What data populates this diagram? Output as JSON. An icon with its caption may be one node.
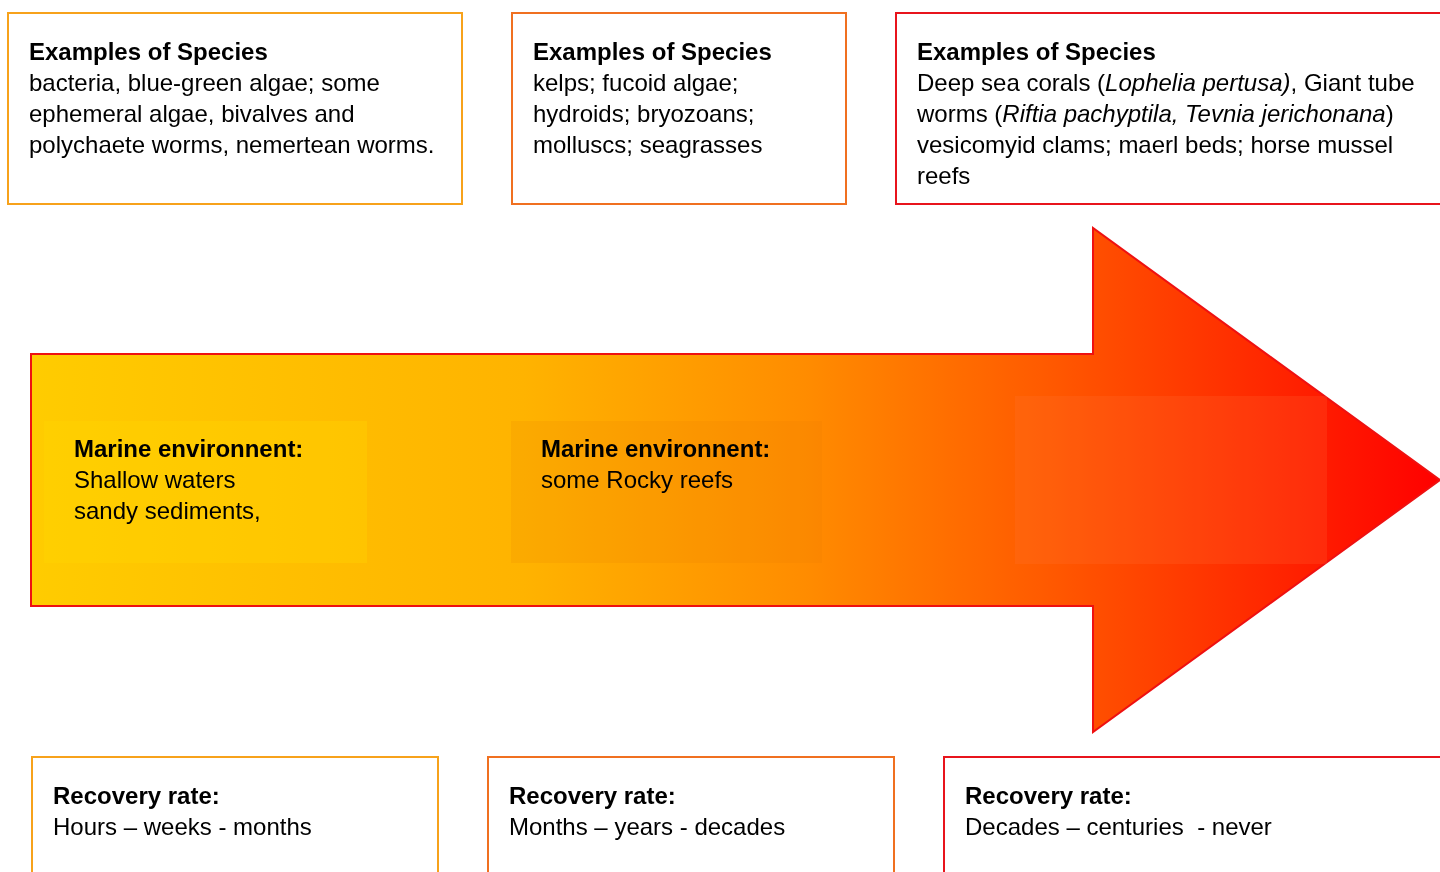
{
  "diagram": {
    "nodes": [
      {
        "text": [
          "Examples of Species",
          "bacteria, blue-green algae; some ephemeral algae, bivalves and polychaete worms, nemertean worms."
        ]
      },
      {
        "text": [
          "Examples of Species",
          "kelps; fucoid algae; hydroids; bryozoans; molluscs; seagrasses"
        ]
      },
      {
        "text": [
          "Examples of Species",
          "Deep sea corals (*Lophelia pertusa)*, Giant tube worms (*Riftia pachyptila, Tevnia jerichonana*) vesicomyid clams; maerl beds; horse mussel reefs"
        ]
      },
      {
        "text": [],
        "shape": "arrow"
      },
      {
        "text": [
          "Marine environnent:",
          "Shallow waters sandy sediments,"
        ],
        "in": 3
      },
      {
        "text": [
          "Marine environnent:",
          "some Rocky reefs"
        ],
        "in": 3
      },
      {
        "text": [],
        "shape": "box",
        "in": 3
      },
      {
        "text": [
          "Recovery rate:",
          "Hours – weeks - months"
        ]
      },
      {
        "text": [
          "Recovery rate:",
          "Months – years - decades"
        ]
      },
      {
        "text": [
          "Recovery rate:",
          "Decades – centuries  - never"
        ]
      }
    ],
    "edges": []
  }
}
